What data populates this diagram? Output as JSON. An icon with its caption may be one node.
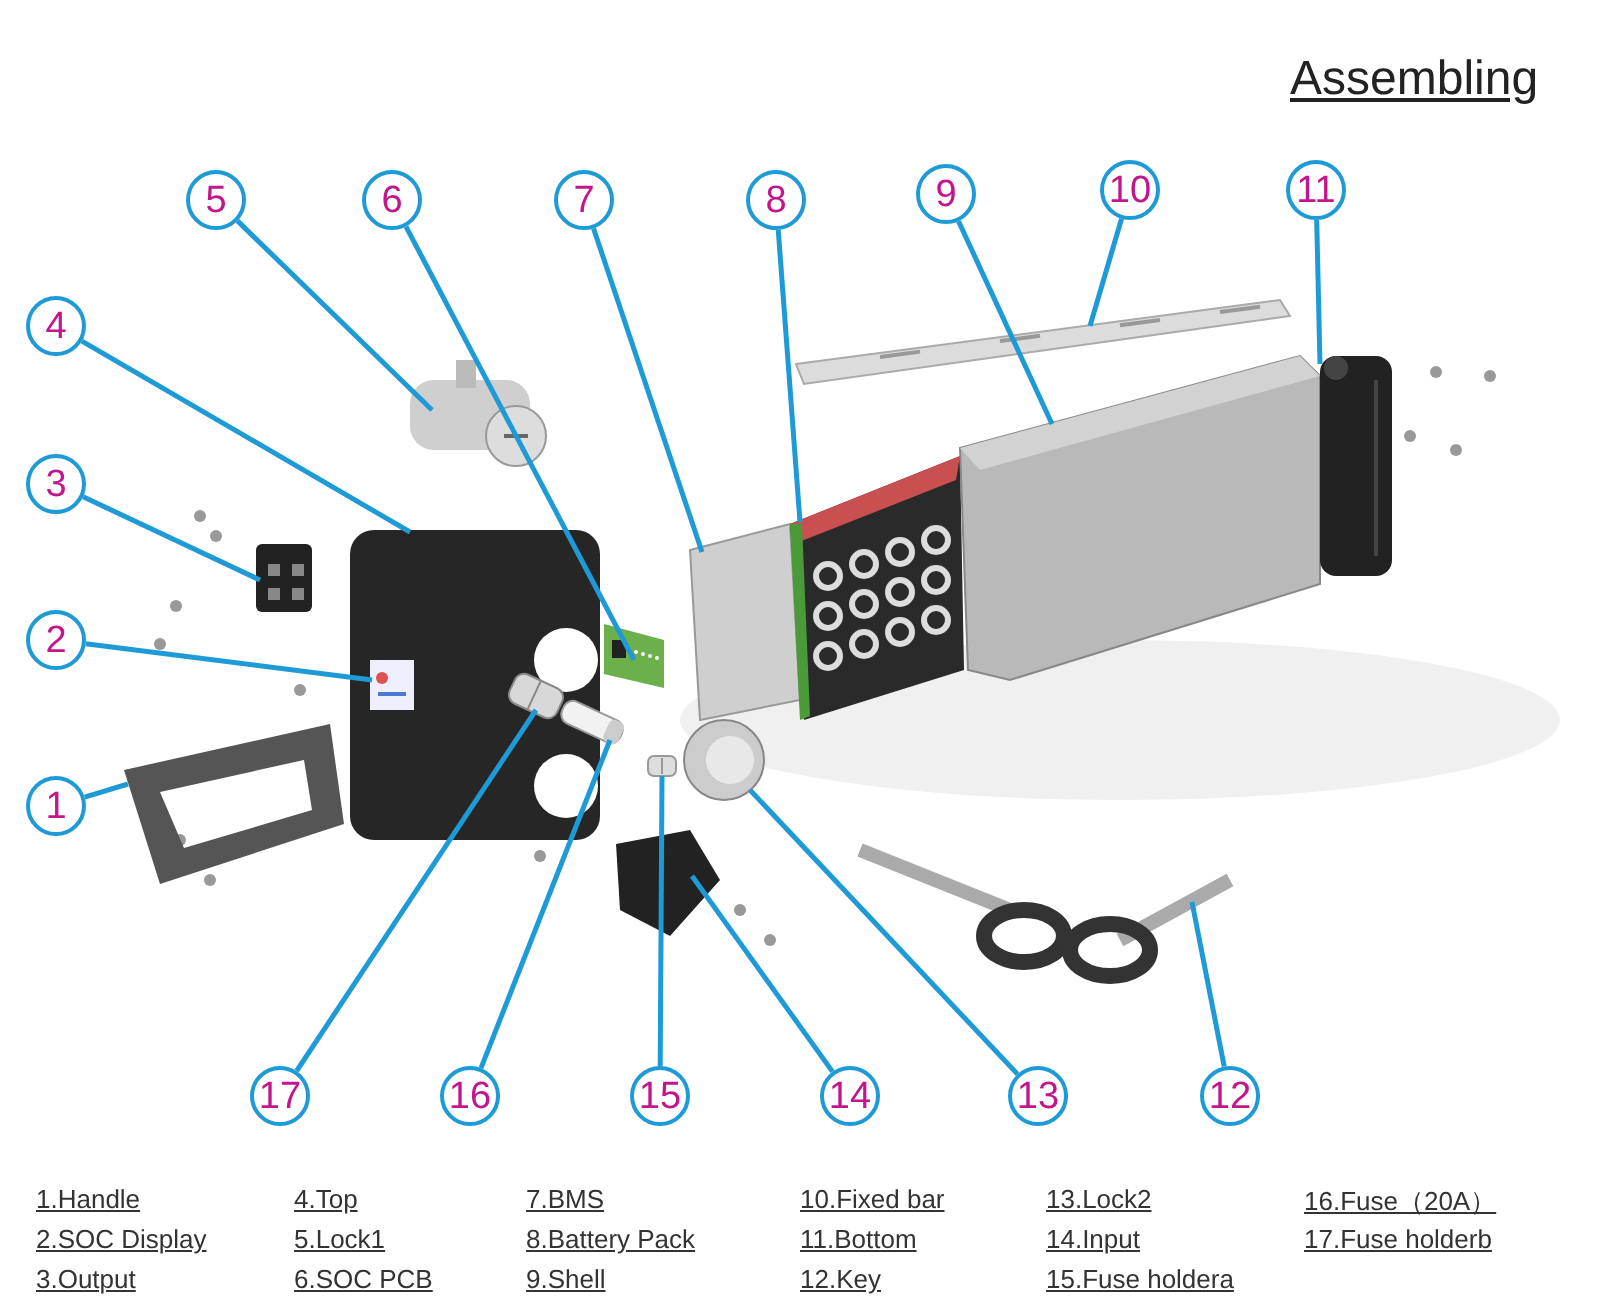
{
  "diagram": {
    "title": "Assembling",
    "nodes": [
      {
        "text": [
          "1"
        ]
      },
      {
        "text": [
          "2"
        ]
      },
      {
        "text": [
          "3"
        ]
      },
      {
        "text": [
          "4"
        ]
      },
      {
        "text": [
          "5"
        ]
      },
      {
        "text": [
          "6"
        ]
      },
      {
        "text": [
          "7"
        ]
      },
      {
        "text": [
          "8"
        ]
      },
      {
        "text": [
          "9"
        ]
      },
      {
        "text": [
          "10"
        ]
      },
      {
        "text": [
          "11"
        ]
      },
      {
        "text": [
          "12"
        ]
      },
      {
        "text": [
          "13"
        ]
      },
      {
        "text": [
          "14"
        ]
      },
      {
        "text": [
          "15"
        ]
      },
      {
        "text": [
          "16"
        ]
      },
      {
        "text": [
          "17"
        ]
      },
      {
        "text": [],
        "shape": "picture"
      },
      {
        "text": [],
        "shape": "picture",
        "in": 20
      },
      {
        "text": [],
        "shape": "picture"
      },
      {
        "text": [],
        "shape": "picture"
      },
      {
        "text": [],
        "shape": "picture"
      },
      {
        "text": [],
        "shape": "picture"
      },
      {
        "text": [],
        "shape": "picture"
      },
      {
        "text": [],
        "shape": "picture"
      },
      {
        "text": [],
        "shape": "picture"
      },
      {
        "text": [],
        "shape": "picture"
      },
      {
        "text": [],
        "shape": "picture"
      },
      {
        "text": [],
        "shape": "picture"
      },
      {
        "text": [],
        "shape": "picture"
      },
      {
        "text": [],
        "shape": "picture"
      },
      {
        "text": [],
        "shape": "picture"
      },
      {
        "text": [],
        "shape": "picture"
      },
      {
        "text": [],
        "shape": "picture",
        "in": 20
      }
    ],
    "edges": [
      {
        "from": 0,
        "to": 17,
        "arrow": "none"
      },
      {
        "from": 1,
        "to": 18,
        "arrow": "none"
      },
      {
        "from": 2,
        "to": 19,
        "arrow": "none"
      },
      {
        "from": 3,
        "to": 20,
        "arrow": "none"
      },
      {
        "from": 4,
        "to": 21,
        "arrow": "none"
      },
      {
        "from": 5,
        "to": 22,
        "arrow": "none"
      },
      {
        "from": 6,
        "to": 23,
        "arrow": "none"
      },
      {
        "from": 7,
        "to": 24,
        "arrow": "none"
      },
      {
        "from": 8,
        "to": 25,
        "arrow": "none"
      },
      {
        "from": 9,
        "to": 26,
        "arrow": "none"
      },
      {
        "from": 10,
        "to": 27,
        "arrow": "none"
      },
      {
        "from": 11,
        "to": 28,
        "arrow": "none"
      },
      {
        "from": 12,
        "to": 29,
        "arrow": "none"
      },
      {
        "from": 13,
        "to": 30,
        "arrow": "none"
      },
      {
        "from": 14,
        "to": 31,
        "arrow": "none"
      },
      {
        "from": 15,
        "to": 32,
        "arrow": "none"
      },
      {
        "from": 16,
        "to": 33,
        "arrow": "none"
      }
    ],
    "labels": [
      "1.Handle",
      "4.Top",
      "7.BMS",
      "10.Fixed bar",
      "13.Lock2",
      "16.Fuse（20A）",
      "2.SOC Display",
      "5.Lock1",
      "8.Battery Pack",
      "11.Bottom",
      "14.Input",
      "17.Fuse holderb",
      "3.Output",
      "6.SOC PCB",
      "9.Shell",
      "12.Key",
      "15.Fuse holdera"
    ]
  }
}
